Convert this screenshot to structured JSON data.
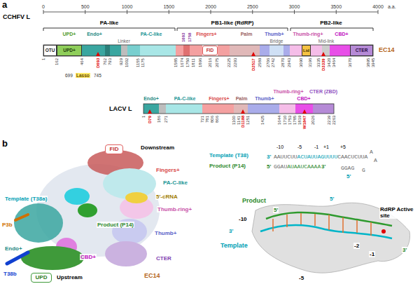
{
  "diagram": {
    "nodes": [
      {
        "text": [
          "OTU"
        ]
      },
      {
        "text": [
          "UPD+"
        ]
      },
      {
        "text": [
          "FID"
        ]
      },
      {
        "text": [
          "Lid"
        ]
      },
      {
        "text": [
          "CTER"
        ]
      },
      {
        "text": [
          "FID"
        ]
      },
      {
        "text": [
          "UPD"
        ]
      }
    ],
    "labels": [
      "a",
      "CCHFV L",
      "0",
      "500",
      "1000",
      "1500",
      "2000",
      "2500",
      "3000",
      "3500",
      "4000",
      "a.a.",
      "PA-like",
      "PB1-like (RdRP)",
      "PB2-like",
      "UPD+",
      "Endo+",
      "PA-C-like",
      "Fingers+",
      "Palm",
      "Thumb+",
      "Thumb-ring+",
      "CBD+",
      "Linker",
      "Bridge",
      "Mid-link",
      "1693",
      "1758",
      "EC14",
      "1",
      "162",
      "464",
      "762",
      "793",
      "929",
      "1002",
      "1155",
      "1175",
      "1585",
      "1674",
      "1750",
      "1811",
      "1896",
      "2016",
      "2075",
      "2225",
      "2293",
      "2589",
      "2706",
      "2742",
      "2870",
      "2943",
      "3090",
      "3196",
      "3335",
      "3420",
      "3464",
      "3670",
      "3895",
      "3945",
      "D693",
      "D2517",
      "D3339",
      "699",
      "Lasso",
      "745",
      "LACV L",
      "Thumb-ring+",
      "CTER (ZBD)",
      "Endo+",
      "PA-C-like",
      "Fingers+",
      "Palm",
      "Thumb+",
      "CBD+",
      "1",
      "186",
      "271",
      "721",
      "781",
      "806",
      "866",
      "1100",
      "1141",
      "1251",
      "1425",
      "1644",
      "1710",
      "1753",
      "1785",
      "1819",
      "2026",
      "2239",
      "2263",
      "D79",
      "D1188",
      "W1847",
      "b",
      "Downstream",
      "Fingers+",
      "PA-C-like",
      "5'-cRNA",
      "Template (T38a)",
      "Thumb-ring+",
      "P3b",
      "Product (P14)",
      "Endo+",
      "Thumb+",
      "T38b",
      "CBD+",
      "CTER",
      "Upstream",
      "EC14",
      "Template (T38)",
      "Product (P14)",
      "-10",
      "-5",
      "-1",
      "+1",
      "+5",
      "3'",
      "AAUUCUU",
      "ACUAUUAGUUUU",
      "CAACUCUUA",
      "A",
      "A",
      "5'",
      "GGAU",
      "AUAAUCAAAA",
      "3'",
      "GGAG",
      "G",
      "5'",
      "Product",
      "5'",
      "5'",
      "-10",
      "3'",
      "Template",
      "RdRP Active site",
      "-2",
      "-1",
      "3'",
      "-5"
    ]
  }
}
